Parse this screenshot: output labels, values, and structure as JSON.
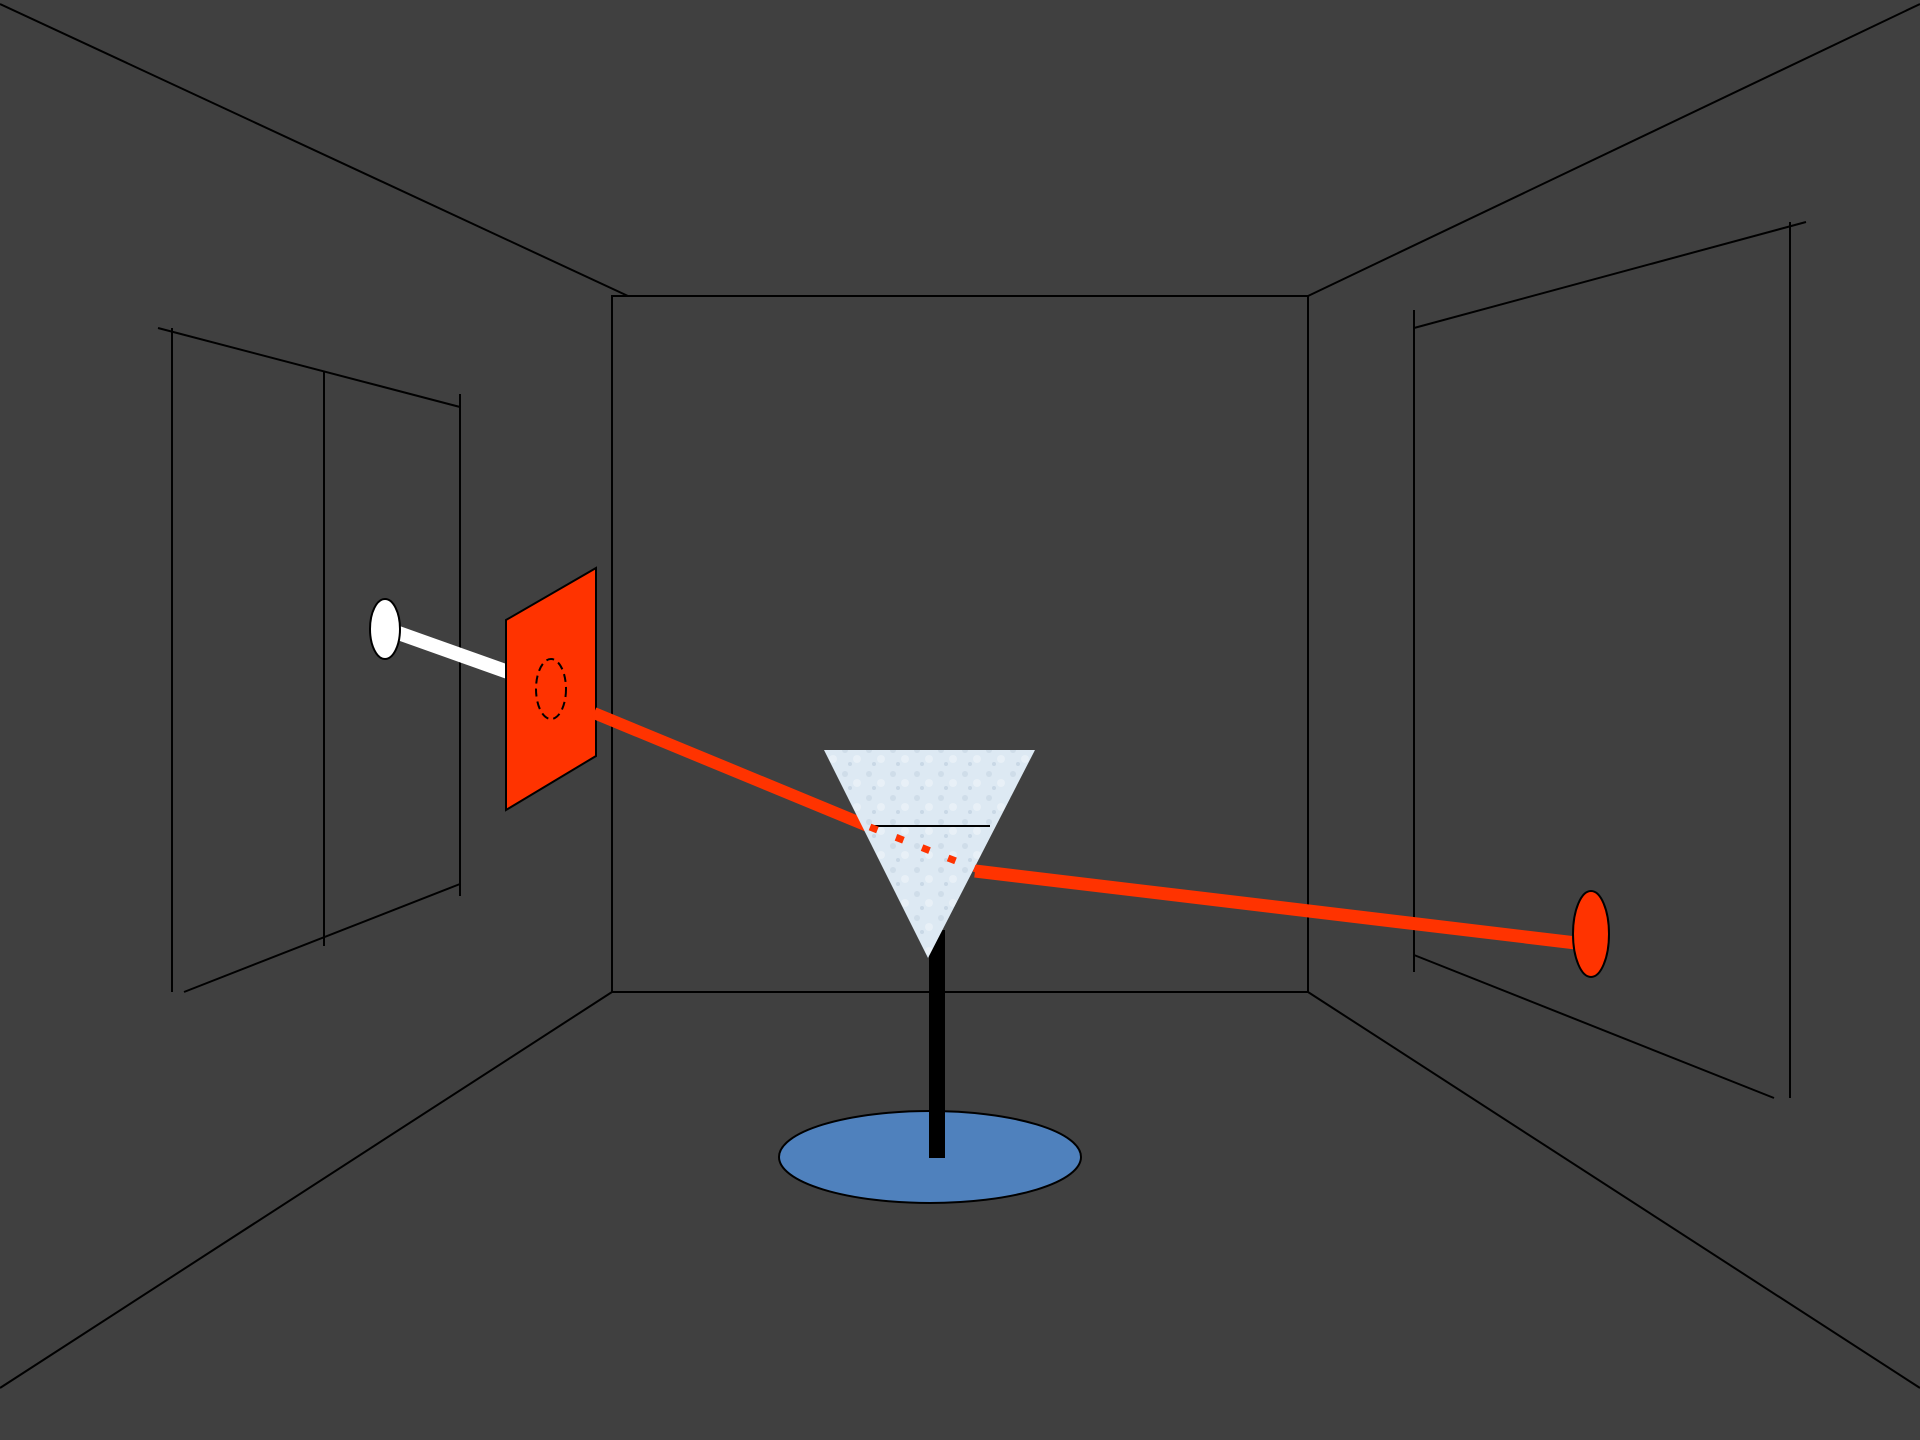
{
  "colors": {
    "background": "#404040",
    "outline": "#000000",
    "beam_red": "#ff3300",
    "beam_white": "#ffffff",
    "prism_fill": "#dde9f3",
    "stand_base": "#4f81bd",
    "stand_pole": "#000000"
  },
  "scene": {
    "elements": [
      "room-walls",
      "left-window",
      "right-window",
      "light-source",
      "red-filter",
      "prism",
      "prism-stand",
      "incident-beam",
      "refracted-beam",
      "projection-spot"
    ]
  }
}
